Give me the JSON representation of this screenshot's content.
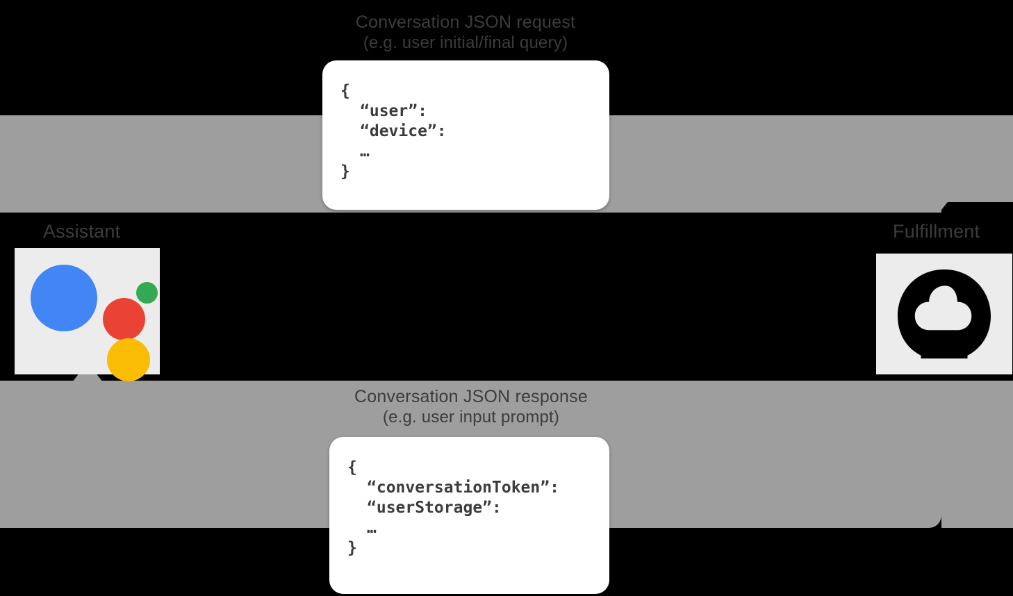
{
  "diagram": {
    "title": "Assistant conversation request and response flow",
    "background_color": "#000000",
    "band_color": "#9e9e9e",
    "tile_color": "#ececec",
    "text_color": "#3c3c3c"
  },
  "nodes": [
    {
      "id": "assistant",
      "label": "Assistant",
      "icon": "google-assistant-logo",
      "colors": {
        "blue": "#4285F4",
        "green": "#34A853",
        "red": "#EA4335",
        "yellow": "#FBBC04"
      }
    },
    {
      "id": "fulfillment",
      "label": "Fulfillment",
      "icon": "google-cloud-icon",
      "colors": {
        "mark": "#000000",
        "tile": "#ececec"
      }
    }
  ],
  "flows": [
    {
      "id": "request",
      "direction": "assistant-to-fulfillment",
      "caption_title": "Conversation JSON request",
      "caption_sub": "(e.g. user initial/final query)",
      "arrow": "arrow-down"
    },
    {
      "id": "response",
      "direction": "fulfillment-to-assistant",
      "caption_title": "Conversation JSON response",
      "caption_sub": "(e.g. user input prompt)",
      "arrow": "arrow-up"
    }
  ],
  "code_callouts": [
    {
      "id": "request-json",
      "open_brace": "{",
      "keys": [
        "“user”:",
        "“device”:"
      ],
      "ellipsis": "…",
      "close_brace": "}"
    },
    {
      "id": "response-json",
      "open_brace": "{",
      "keys": [
        "“conversationToken”:",
        "“userStorage”:"
      ],
      "ellipsis": "…",
      "close_brace": "}"
    }
  ]
}
